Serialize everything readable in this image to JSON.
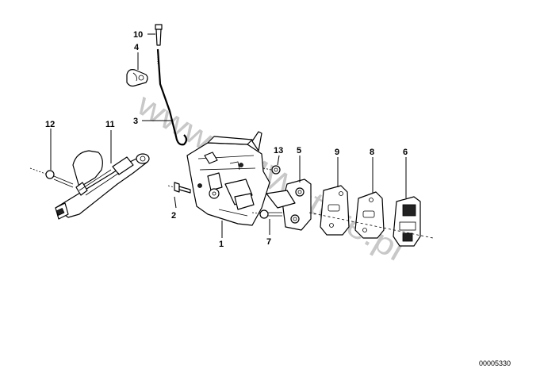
{
  "watermark": "www.BMWstore.pl",
  "reference_code": "00005330",
  "callouts": {
    "c1": "1",
    "c2": "2",
    "c3": "3",
    "c4": "4",
    "c5": "5",
    "c6": "6",
    "c7": "7",
    "c8": "8",
    "c9": "9",
    "c10": "10",
    "c11": "11",
    "c12": "12",
    "c13": "13"
  }
}
